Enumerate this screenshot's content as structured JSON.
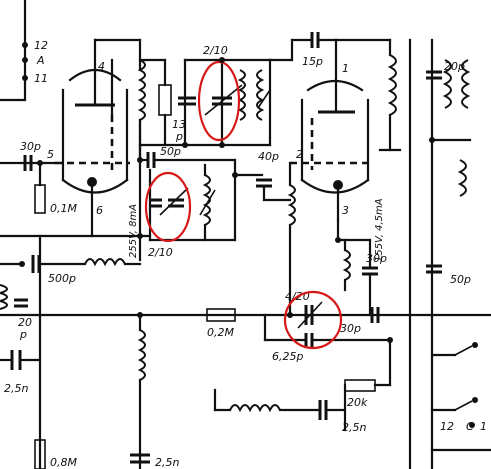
{
  "labels": {
    "tube1_pin_anode": "4",
    "tube1_pin_grid": "5",
    "tube1_pin_cathode": "6",
    "tube2_pin_anode": "1",
    "tube2_pin_grid": "2",
    "tube2_pin_cathode": "3",
    "pin_12_top": "12",
    "pin_a": "A",
    "pin_11": "11",
    "cap_30p_left": "30p",
    "res_01m": "0,1M",
    "cap_500p": "500p",
    "cap_20p_left": "20",
    "cap_20p_left_unit": "p",
    "cap_25n_left": "2,5n",
    "res_08m": "0,8M",
    "cap_25n_bottom": "2,5n",
    "voltage_tube1": "255V, 8mA",
    "trimmer_210_top": "2/10",
    "trimmer_13p": "13",
    "trimmer_13p_unit": "p",
    "cap_50p_mid": "50p",
    "trimmer_210_mid": "2/10",
    "cap_40p": "40p",
    "cap_15p": "15p",
    "voltage_tube2": "155V, 4,5mA",
    "cap_30p_right": "30p",
    "trimmer_420": "4/20",
    "cap_30p_bottom": "30p",
    "cap_625p": "6,25p",
    "res_02m": "0,2M",
    "res_20k": "20k",
    "cap_25n_right": "2,5n",
    "cap_20p_right": "20p",
    "cap_50p_right": "50p",
    "pin_12_right": "12",
    "pin_c": "C",
    "pin_1_right": "1"
  },
  "highlight_color": "#d81818",
  "ink_color": "#111111"
}
